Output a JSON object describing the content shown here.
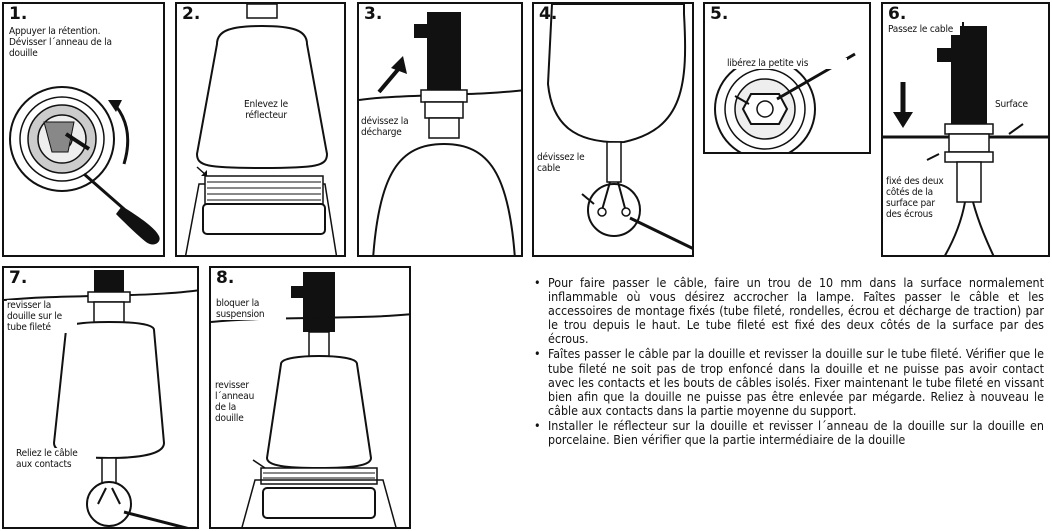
{
  "steps": [
    {
      "num": "1.",
      "captions": [
        "Appuyer la rétention.\nDévisser l´anneau de la\ndouille"
      ]
    },
    {
      "num": "2.",
      "captions": [
        "Enlevez le\nréflecteur"
      ]
    },
    {
      "num": "3.",
      "captions": [
        "dévissez la\ndécharge"
      ]
    },
    {
      "num": "4.",
      "captions": [
        "dévissez le\ncable"
      ]
    },
    {
      "num": "5.",
      "captions": [
        "libérez la petite vis"
      ]
    },
    {
      "num": "6.",
      "captions": [
        "Passez le cable",
        "Surface",
        "fixé des deux\ncôtés de la\nsurface par\ndes écrous"
      ]
    },
    {
      "num": "7.",
      "captions": [
        "revisser la\ndouille sur le\ntube fileté",
        "Reliez le câble\naux contacts"
      ]
    },
    {
      "num": "8.",
      "captions": [
        "bloquer la\nsuspension",
        "revisser\nl´anneau\nde la\ndouille"
      ]
    }
  ],
  "instructions": [
    "Pour faire passer le câble, faire un trou de 10  mm dans la surface normalement inflammable où  vous désirez accrocher la lampe. Faîtes passer le câble et les accessoires de montage fixés (tube fileté, rondelles, écrou et décharge de traction) par le trou  depuis le haut. Le tube fileté est fixé des deux côtés de la surface par des écrous.",
    "Faîtes passer le câble par la douille et revisser la douille sur le tube fileté. Vérifier que le tube fileté ne soit pas de trop enfoncé dans la douille et ne puisse pas avoir contact avec les contacts et les bouts de câbles isolés. Fixer maintenant le tube fileté en vissant bien afin que la douille ne puisse pas être enlevée par mégarde. Reliez à nouveau le câble aux contacts dans la partie moyenne du support.",
    "Installer le réflecteur sur la douille et revisser l´anneau de la douille sur la douille en porcelaine. Bien vérifier que la partie intermédiaire de la douille"
  ]
}
